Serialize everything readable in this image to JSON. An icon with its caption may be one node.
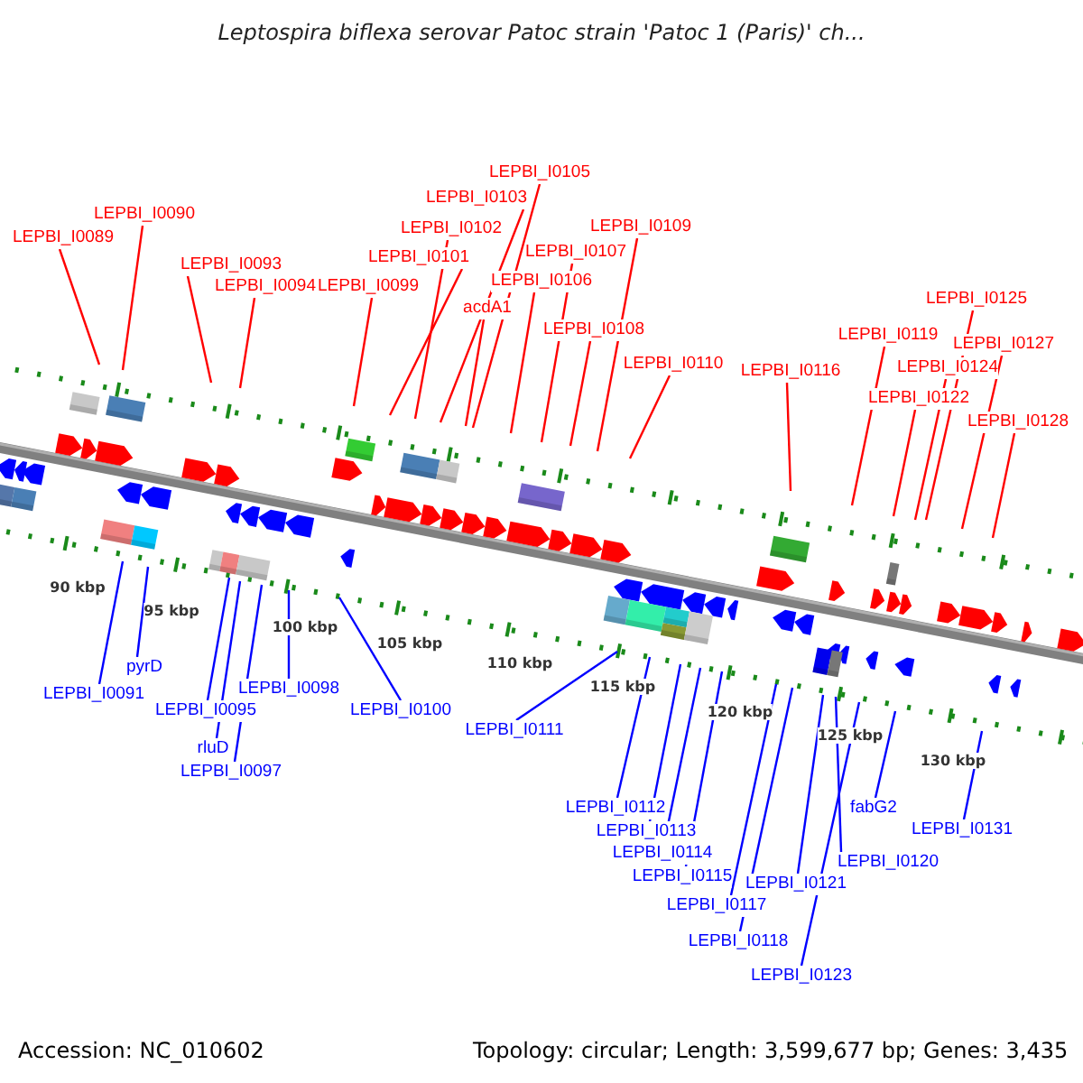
{
  "diagram": {
    "title": "Leptospira biflexa serovar Patoc strain 'Patoc 1 (Paris)' ch...",
    "nodes": [
      {
        "text": [
          "LEPBI_I0089"
        ]
      },
      {
        "text": [
          "LEPBI_I0090"
        ]
      },
      {
        "text": [
          "LEPBI_I0093"
        ]
      },
      {
        "text": [
          "LEPBI_I0094"
        ]
      },
      {
        "text": [
          "LEPBI_I0099"
        ]
      },
      {
        "text": [
          "LEPBI_I0101"
        ]
      },
      {
        "text": [
          "LEPBI_I0102"
        ]
      },
      {
        "text": [
          "LEPBI_I0103"
        ]
      },
      {
        "text": [
          "LEPBI_I0105"
        ]
      },
      {
        "text": [
          "acdA1"
        ]
      },
      {
        "text": [
          "LEPBI_I0106"
        ]
      },
      {
        "text": [
          "LEPBI_I0107"
        ]
      },
      {
        "text": [
          "LEPBI_I0109"
        ]
      },
      {
        "text": [
          "LEPBI_I0108"
        ]
      },
      {
        "text": [
          "LEPBI_I0110"
        ]
      },
      {
        "text": [
          "LEPBI_I0116"
        ]
      },
      {
        "text": [
          "LEPBI_I0119"
        ]
      },
      {
        "text": [
          "LEPBI_I0122"
        ]
      },
      {
        "text": [
          "LEPBI_I0124"
        ]
      },
      {
        "text": [
          "LEPBI_I0125"
        ]
      },
      {
        "text": [
          "LEPBI_I0127"
        ]
      },
      {
        "text": [
          "LEPBI_I0128"
        ]
      },
      {
        "text": [
          "LEPBI_I0091"
        ]
      },
      {
        "text": [
          "pyrD"
        ]
      },
      {
        "text": [
          "LEPBI_I0095"
        ]
      },
      {
        "text": [
          "rluD"
        ]
      },
      {
        "text": [
          "LEPBI_I0097"
        ]
      },
      {
        "text": [
          "LEPBI_I0098"
        ]
      },
      {
        "text": [
          "LEPBI_I0100"
        ]
      },
      {
        "text": [
          "LEPBI_I0111"
        ]
      },
      {
        "text": [
          "LEPBI_I0112"
        ]
      },
      {
        "text": [
          "LEPBI_I0113"
        ]
      },
      {
        "text": [
          "LEPBI_I0114"
        ]
      },
      {
        "text": [
          "LEPBI_I0115"
        ]
      },
      {
        "text": [
          "LEPBI_I0117"
        ]
      },
      {
        "text": [
          "LEPBI_I0118"
        ]
      },
      {
        "text": [
          "LEPBI_I0120"
        ]
      },
      {
        "text": [
          "LEPBI_I0121"
        ]
      },
      {
        "text": [
          "LEPBI_I0123"
        ]
      },
      {
        "text": [
          "fabG2"
        ]
      },
      {
        "text": [
          "LEPBI_I0131"
        ]
      }
    ],
    "edges": [
      {
        "from": 0,
        "to": null,
        "arrow": "none"
      },
      {
        "from": 1,
        "to": null,
        "arrow": "none"
      },
      {
        "from": 2,
        "to": null,
        "arrow": "none"
      },
      {
        "from": 3,
        "to": null,
        "arrow": "none"
      },
      {
        "from": 4,
        "to": null,
        "arrow": "none"
      },
      {
        "from": 5,
        "to": null,
        "arrow": "none"
      },
      {
        "from": 6,
        "to": null,
        "arrow": "none"
      },
      {
        "from": 7,
        "to": null,
        "arrow": "none"
      },
      {
        "from": 8,
        "to": null,
        "arrow": "none"
      },
      {
        "from": 9,
        "to": null,
        "arrow": "none"
      },
      {
        "from": 10,
        "to": null,
        "arrow": "none"
      },
      {
        "from": 11,
        "to": null,
        "arrow": "none"
      },
      {
        "from": 12,
        "to": null,
        "arrow": "none"
      },
      {
        "from": 13,
        "to": null,
        "arrow": "none"
      },
      {
        "from": 14,
        "to": null,
        "arrow": "none"
      },
      {
        "from": 15,
        "to": null,
        "arrow": "none"
      },
      {
        "from": 16,
        "to": null,
        "arrow": "none"
      },
      {
        "from": 17,
        "to": null,
        "arrow": "none"
      },
      {
        "from": 18,
        "to": null,
        "arrow": "none"
      },
      {
        "from": 19,
        "to": null,
        "arrow": "none"
      },
      {
        "from": 20,
        "to": null,
        "arrow": "none"
      },
      {
        "from": 21,
        "to": null,
        "arrow": "none"
      },
      {
        "from": 22,
        "to": null,
        "arrow": "none",
        "color": "#0000ff"
      },
      {
        "from": 23,
        "to": null,
        "arrow": "none",
        "color": "#0000ff"
      },
      {
        "from": 24,
        "to": null,
        "arrow": "none",
        "color": "#0000ff"
      },
      {
        "from": 25,
        "to": null,
        "arrow": "none",
        "color": "#0000ff"
      },
      {
        "from": 26,
        "to": null,
        "arrow": "none",
        "color": "#0000ff"
      },
      {
        "from": 27,
        "to": null,
        "arrow": "none",
        "color": "#0000ff"
      },
      {
        "from": 28,
        "to": null,
        "arrow": "none",
        "color": "#0000ff"
      },
      {
        "from": 29,
        "to": null,
        "arrow": "none",
        "color": "#0000ff"
      },
      {
        "from": 30,
        "to": null,
        "arrow": "none",
        "color": "#0000ff"
      },
      {
        "from": 31,
        "to": null,
        "arrow": "none",
        "color": "#0000ff"
      },
      {
        "from": 32,
        "to": null,
        "arrow": "none",
        "color": "#0000ff"
      },
      {
        "from": 33,
        "to": null,
        "arrow": "none",
        "color": "#0000ff"
      },
      {
        "from": 34,
        "to": null,
        "arrow": "none",
        "color": "#0000ff"
      },
      {
        "from": 35,
        "to": null,
        "arrow": "none",
        "color": "#0000ff"
      },
      {
        "from": 36,
        "to": null,
        "arrow": "none",
        "color": "#0000ff"
      },
      {
        "from": 37,
        "to": null,
        "arrow": "none",
        "color": "#0000ff"
      },
      {
        "from": 38,
        "to": null,
        "arrow": "none",
        "color": "#0000ff"
      },
      {
        "from": 39,
        "to": null,
        "arrow": "none",
        "color": "#0000ff"
      },
      {
        "from": 40,
        "to": null,
        "arrow": "none",
        "color": "#0000ff"
      }
    ],
    "labels": [
      "90 kbp",
      "95 kbp",
      "100 kbp",
      "105 kbp",
      "110 kbp",
      "115 kbp",
      "120 kbp",
      "125 kbp",
      "130 kbp",
      "Accession: NC_010602",
      "Topology: circular; Length: 3,599,677 bp; Genes: 3,435"
    ]
  }
}
